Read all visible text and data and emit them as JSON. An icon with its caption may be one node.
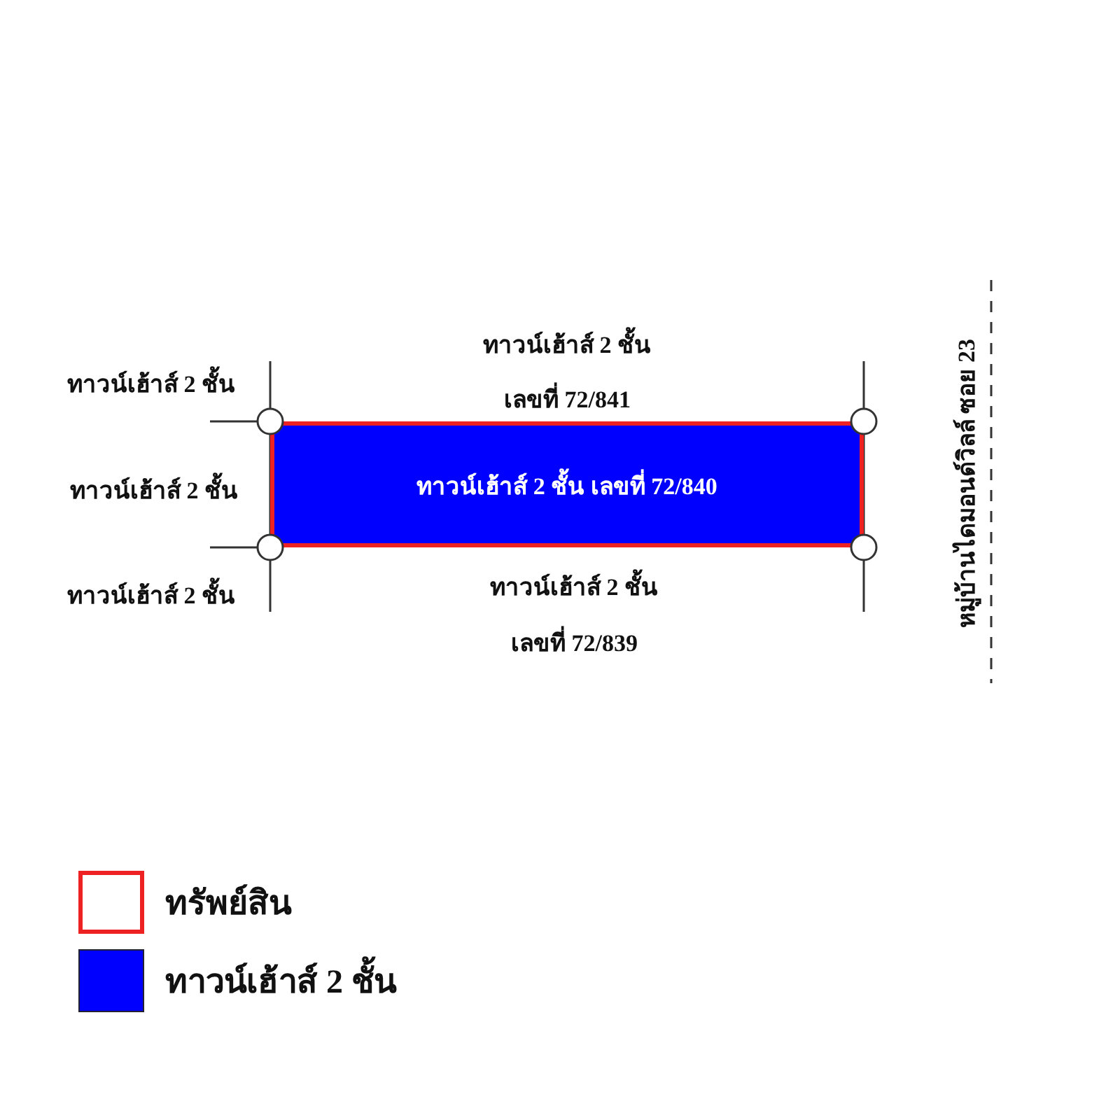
{
  "diagram": {
    "nodes": [
      {
        "text": [
          "ทาวน์เฮ้าส์ 2 ชั้น เลขที่ 72/840"
        ]
      }
    ],
    "labels": [
      "ทาวน์เฮ้าส์ 2 ชั้น",
      "เลขที่ 72/841",
      "ทาวน์เฮ้าส์ 2 ชั้น",
      "หมู่บ้านไดมอนด์วิลล์ ซอย 23",
      "ทาวน์เฮ้าส์ 2 ชั้น",
      "ทาวน์เฮ้าส์ 2 ชั้น",
      "ทาวน์เฮ้าส์ 2 ชั้น",
      "เลขที่ 72/839"
    ],
    "legend": [
      {
        "text": "ทรัพย์สิน"
      },
      {
        "text": "ทาวน์เฮ้าส์ 2 ชั้น",
        "color": "#0000ff"
      }
    ]
  }
}
